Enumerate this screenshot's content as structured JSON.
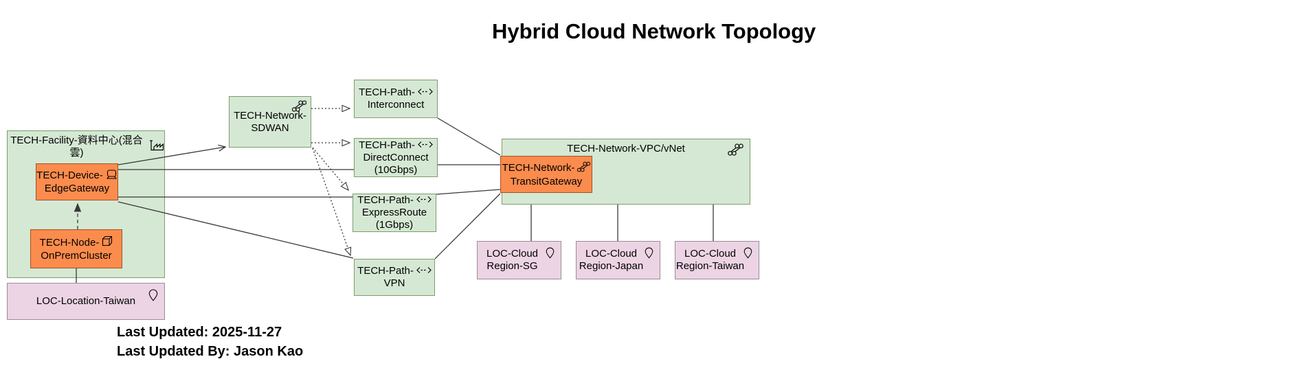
{
  "title": "Hybrid Cloud Network Topology",
  "nodes": {
    "facility": {
      "label": "TECH-Facility-資料中心(混合雲)"
    },
    "edge_gateway": {
      "line1": "TECH-Device-",
      "line2": "EdgeGateway"
    },
    "onprem_cluster": {
      "line1": "TECH-Node-",
      "line2": "OnPremCluster"
    },
    "loc_taiwan": {
      "label": "LOC-Location-Taiwan"
    },
    "sdwan": {
      "line1": "TECH-Network-",
      "line2": "SDWAN"
    },
    "path_interconnect": {
      "line1": "TECH-Path-",
      "line2": "Interconnect"
    },
    "path_directconnect": {
      "line1": "TECH-Path-",
      "line2": "DirectConnect",
      "line3": "(10Gbps)"
    },
    "path_expressroute": {
      "line1": "TECH-Path-",
      "line2": "ExpressRoute",
      "line3": "(1Gbps)"
    },
    "path_vpn": {
      "line1": "TECH-Path-",
      "line2": "VPN"
    },
    "vpc": {
      "label": "TECH-Network-VPC/vNet"
    },
    "transit_gateway": {
      "line1": "TECH-Network-",
      "line2": "TransitGateway"
    },
    "region_sg": {
      "line1": "LOC-Cloud",
      "line2": "Region-SG"
    },
    "region_japan": {
      "line1": "LOC-Cloud",
      "line2": "Region-Japan"
    },
    "region_taiwan": {
      "line1": "LOC-Cloud",
      "line2": "Region-Taiwan"
    }
  },
  "footer": {
    "last_updated": "Last Updated: 2025-11-27",
    "last_updated_by": "Last Updated By: Jason Kao"
  },
  "colors": {
    "node_green_fill": "#d5e8d4",
    "node_green_border": "#7d9c68",
    "node_orange_fill": "#fb8c4d",
    "node_orange_border": "#9e5327",
    "node_pink_fill": "#ecd4e4",
    "node_pink_border": "#9c8b94",
    "connector": "#383838"
  }
}
